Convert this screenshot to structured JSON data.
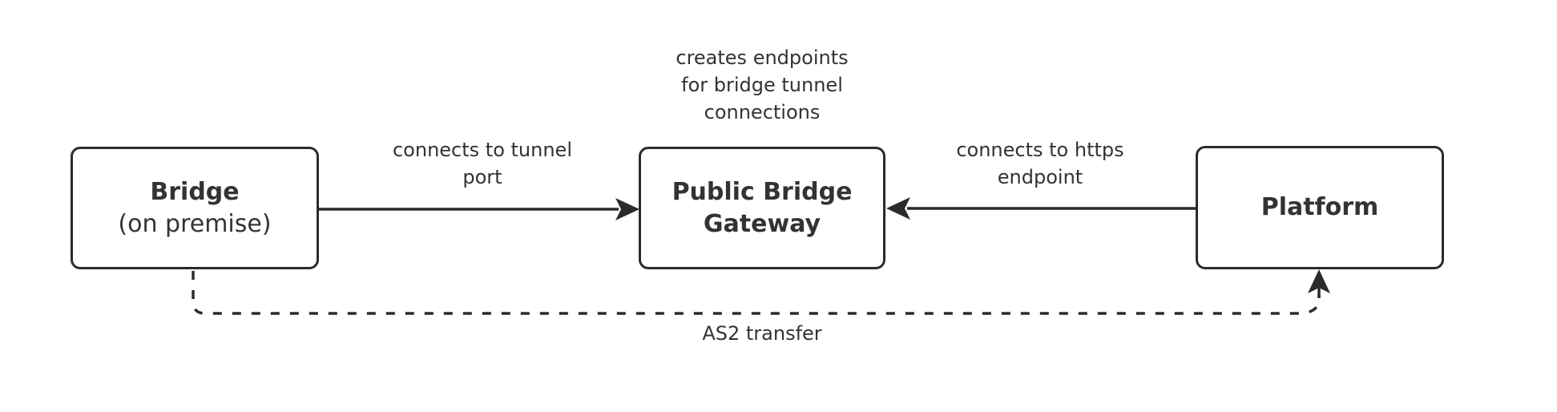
{
  "colors": {
    "stroke": "#2b2b2b",
    "text": "#333333",
    "background": "#ffffff"
  },
  "diagram": {
    "type": "flowchart",
    "nodes": [
      {
        "id": "bridge",
        "title": "Bridge",
        "subtitle": "(on premise)"
      },
      {
        "id": "gateway",
        "title": "Public Bridge Gateway",
        "subtitle": ""
      },
      {
        "id": "platform",
        "title": "Platform",
        "subtitle": ""
      }
    ],
    "edges": [
      {
        "from": "bridge",
        "to": "gateway",
        "style": "solid",
        "direction": "right",
        "label_lines": [
          "connects to tunnel",
          "port"
        ]
      },
      {
        "from": "platform",
        "to": "gateway",
        "style": "solid",
        "direction": "left",
        "label_lines": [
          "connects to https",
          "endpoint"
        ]
      },
      {
        "from": "bridge",
        "to": "platform",
        "style": "dashed",
        "direction": "up",
        "label_lines": [
          "AS2 transfer"
        ]
      }
    ],
    "annotations": [
      {
        "target": "gateway",
        "lines": [
          "creates endpoints",
          "for bridge tunnel",
          "connections"
        ]
      }
    ]
  }
}
